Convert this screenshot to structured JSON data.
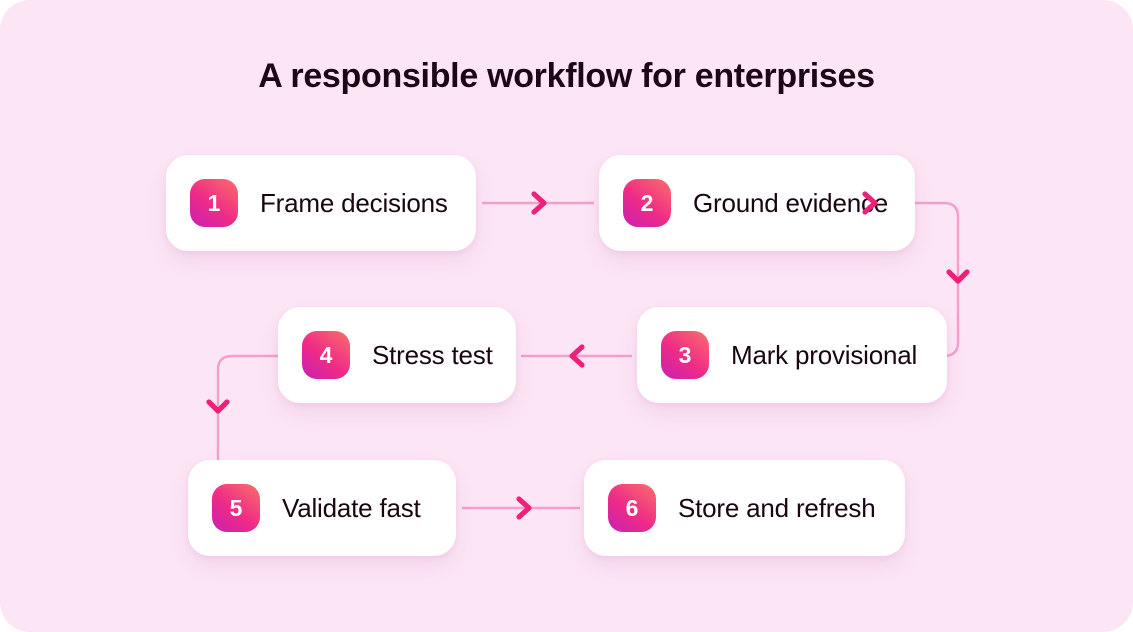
{
  "page": {
    "title": "A responsible workflow for enterprises",
    "background_color": "#fce6f6",
    "card_background": "#ffffff",
    "title_color": "#1d0717",
    "label_color": "#180612",
    "connector_color": "#f2a0cb",
    "arrowhead_color": "#ef2079",
    "badge_gradient_from": "#c820b4",
    "badge_gradient_to": "#fa6f6a"
  },
  "steps": [
    {
      "number": "1",
      "label": "Frame decisions"
    },
    {
      "number": "2",
      "label": "Ground evidence"
    },
    {
      "number": "3",
      "label": "Mark provisional"
    },
    {
      "number": "4",
      "label": "Stress test"
    },
    {
      "number": "5",
      "label": "Validate fast"
    },
    {
      "number": "6",
      "label": "Store and refresh"
    }
  ],
  "connectors": [
    {
      "from": "1",
      "to": "2",
      "direction": "right"
    },
    {
      "from": "2",
      "to": "3",
      "direction": "down"
    },
    {
      "from": "3",
      "to": "4",
      "direction": "left"
    },
    {
      "from": "4",
      "to": "5",
      "direction": "down"
    },
    {
      "from": "5",
      "to": "6",
      "direction": "right"
    }
  ]
}
